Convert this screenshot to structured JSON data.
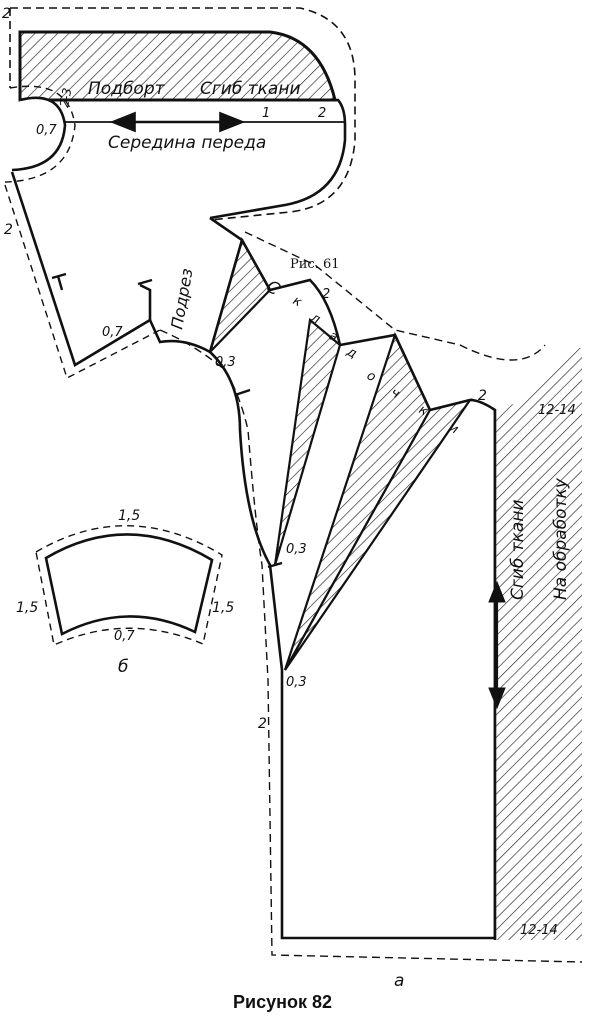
{
  "caption": "Рисунок 82",
  "overlay_note": "Рис. 61",
  "labels": {
    "podbort": "Подборт",
    "sgib_tkani_top": "Сгиб ткани",
    "seredina_pereda": "Середина переда",
    "podrez": "Подрез",
    "skladochki": [
      "С",
      "к",
      "л",
      "а",
      "д",
      "о",
      "ч",
      "к",
      "и"
    ],
    "sgib_tkani_side": "Сгиб ткани",
    "na_obrabotku": "На обработку",
    "fig_a": "а",
    "fig_b": "б"
  },
  "dimensions": {
    "top_left_2": "2",
    "upper_2_3": "2-3",
    "neck_0_7": "0,7",
    "fold_1": "1",
    "fold_2": "2",
    "left_2": "2",
    "armhole_0_7": "0,7",
    "tuck_0_3_a": "0,3",
    "shoulder_2": "2",
    "shoulder_right_2": "2",
    "dart_0_3_b": "0,3",
    "dart_0_3_c": "0,3",
    "side_2": "2",
    "hem_12_14_top": "12-14",
    "hem_12_14_bottom": "12-14",
    "piece_top_1_5": "1,5",
    "piece_left_1_5": "1,5",
    "piece_right_1_5": "1,5",
    "piece_bottom_0_7": "0,7"
  }
}
